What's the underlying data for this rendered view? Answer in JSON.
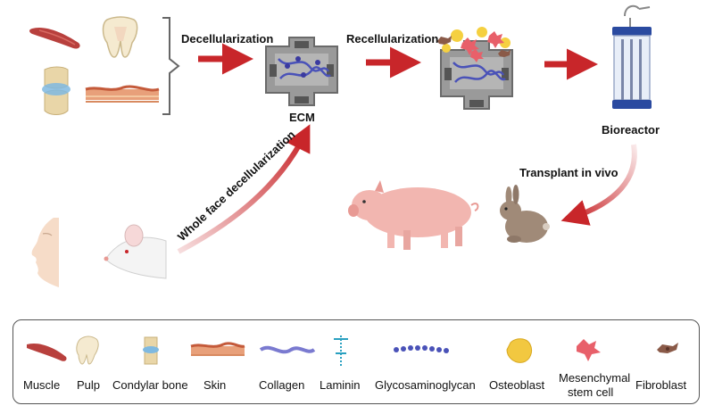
{
  "steps": {
    "decellularization": "Decellularization",
    "recellularization": "Recellularization",
    "ecm": "ECM",
    "bioreactor": "Bioreactor",
    "transplant": "Transplant in vivo",
    "whole_face": "Whole face decellularization"
  },
  "legend": {
    "items": [
      {
        "label": "Muscle",
        "icon": "muscle-icon"
      },
      {
        "label": "Pulp",
        "icon": "tooth-pulp-icon"
      },
      {
        "label": "Condylar bone",
        "icon": "condylar-bone-icon"
      },
      {
        "label": "Skin",
        "icon": "skin-icon"
      },
      {
        "label": "Collagen",
        "icon": "collagen-icon"
      },
      {
        "label": "Laminin",
        "icon": "laminin-icon"
      },
      {
        "label": "Glycosaminoglycan",
        "icon": "glycosaminoglycan-icon"
      },
      {
        "label": "Osteoblast",
        "icon": "osteoblast-icon"
      },
      {
        "label": "Mesenchymal",
        "label2": "stem cell",
        "icon": "mesenchymal-stem-cell-icon"
      },
      {
        "label": "Fibroblast",
        "icon": "fibroblast-icon"
      }
    ]
  },
  "colors": {
    "arrow": "#c8262a",
    "muscle": "#b8403d",
    "scaffold": "#8a8a8a",
    "collagen": "#4a52b8",
    "pig": "#f2b6b0",
    "rabbit": "#a08a78"
  }
}
